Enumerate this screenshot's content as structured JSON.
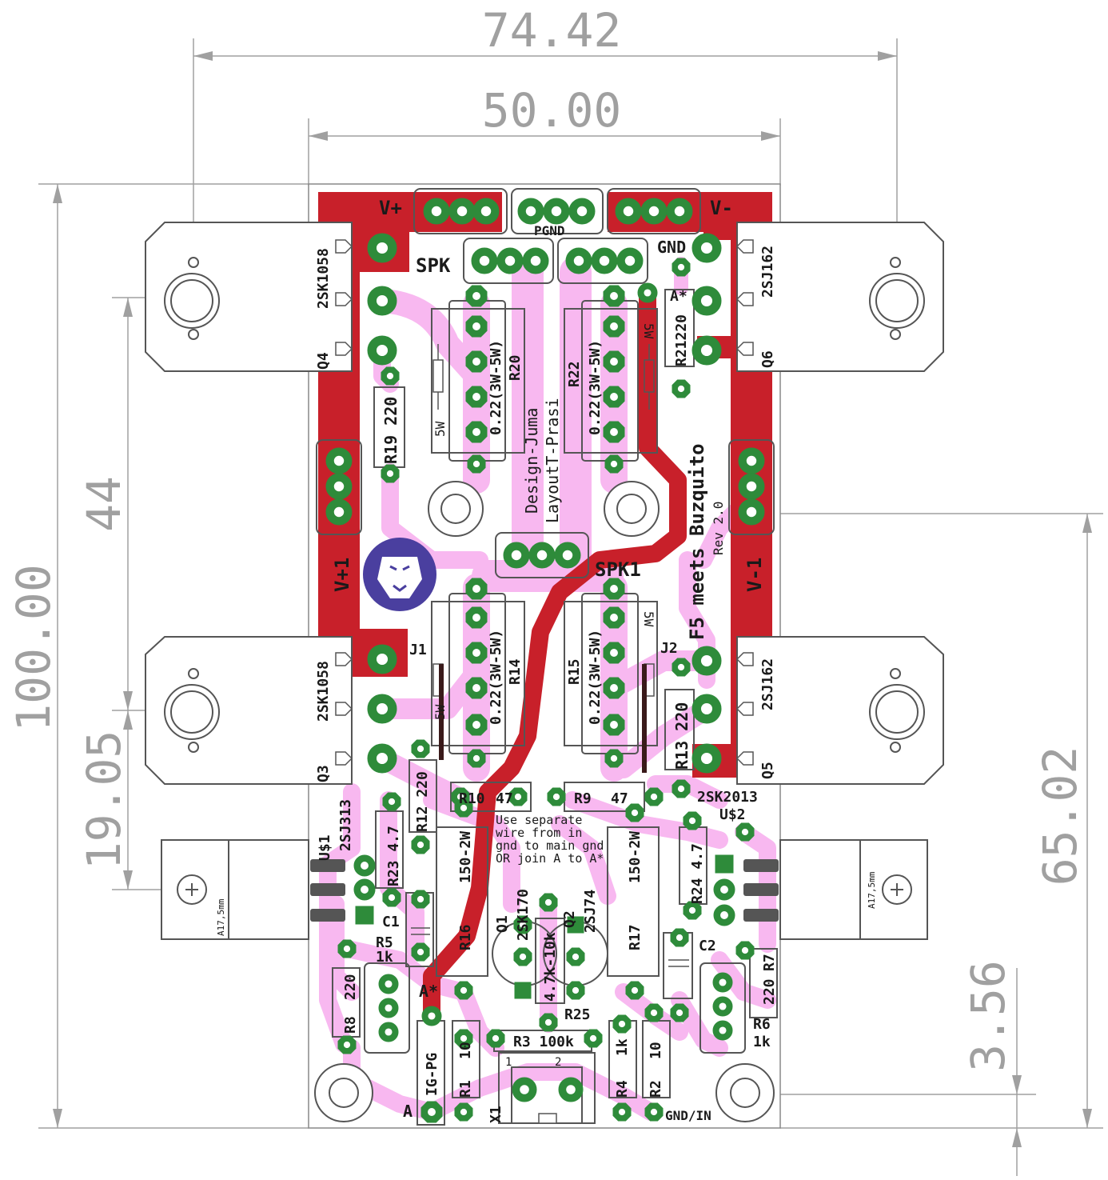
{
  "dimensions": {
    "width_outer": "74.42",
    "width_inner": "50.00",
    "height_total": "100.00",
    "mount_spacing": "44",
    "transistor_offset": "19.05",
    "right_hole_offset": "65.02",
    "bottom_offset": "3.56"
  },
  "connectors": {
    "vplus": "V+",
    "vminus": "V-",
    "pgnd": "PGND",
    "spk": "SPK",
    "gnd": "GND",
    "spk1": "SPK1",
    "v1plus": "V+1",
    "v1minus": "V-1",
    "a": "A",
    "a_star": "A*",
    "gnd_in": "GND/IN",
    "x1": "X1"
  },
  "parts": {
    "q4_type": "2SK1058",
    "q4": "Q4",
    "q6_type": "2SJ162",
    "q6": "Q6",
    "q3_type": "2SK1058",
    "q3": "Q3",
    "q5_type": "2SJ162",
    "q5": "Q5",
    "r19": "R19 220",
    "r20_name": "R20",
    "r20_val": "0.22(3W-5W)",
    "r22_name": "R22",
    "r22_val": "0.22(3W-5W)",
    "r21": "R21220",
    "r14_name": "R14",
    "r14_val": "0.22(3W-5W)",
    "r15_name": "R15",
    "r15_val": "0.22(3W-5W)",
    "r13": "R13 220",
    "fivew": "5W",
    "j1": "J1",
    "j2": "J2",
    "r10": "R10",
    "r9": "R9",
    "r47": "47",
    "r12": "R12 220",
    "r23": "R23 4.7",
    "r24": "R24 4.7",
    "us1": "U$1",
    "us2": "U$2",
    "q_2sj313": "2SJ313",
    "q_2sk2013": "2SK2013",
    "c1": "C1",
    "c2": "C2",
    "r16": "R16",
    "r17": "R17",
    "w150": "150-2W",
    "q1": "Q1",
    "q1_type": "2SK170",
    "q2": "Q2",
    "q2_type": "2SJ74",
    "r25": "R25",
    "r25_val": "4.7k-10k",
    "r5": "R5",
    "r5_val": "1k",
    "r6": "R6",
    "r6_val": "1k",
    "r8": "R8",
    "r8_val": "220",
    "r7": "R7",
    "r7_val": "220",
    "r3": "R3 100k",
    "r1": "R1",
    "r1_val": "10",
    "r2": "R2",
    "r2_val": "10",
    "r4": "R4",
    "r4_val": "1k",
    "igpg": "IG-PG",
    "pin1": "1",
    "pin2": "2",
    "heatsink": "A17,5mm"
  },
  "credits": {
    "design": "Design-Juma",
    "layout": "LayoutT-Prasi",
    "title": "F5 meets Buzquito",
    "rev": "Rev 2.0"
  },
  "note": [
    "Use separate",
    "wire from in",
    "gnd to main gnd",
    "OR join A to A*"
  ],
  "colors": {
    "copper": "#c8202a",
    "silk_fill": "#f8b8f0",
    "pad": "#2e8b3a",
    "outline": "#555555",
    "dimension": "#a0a0a0"
  }
}
